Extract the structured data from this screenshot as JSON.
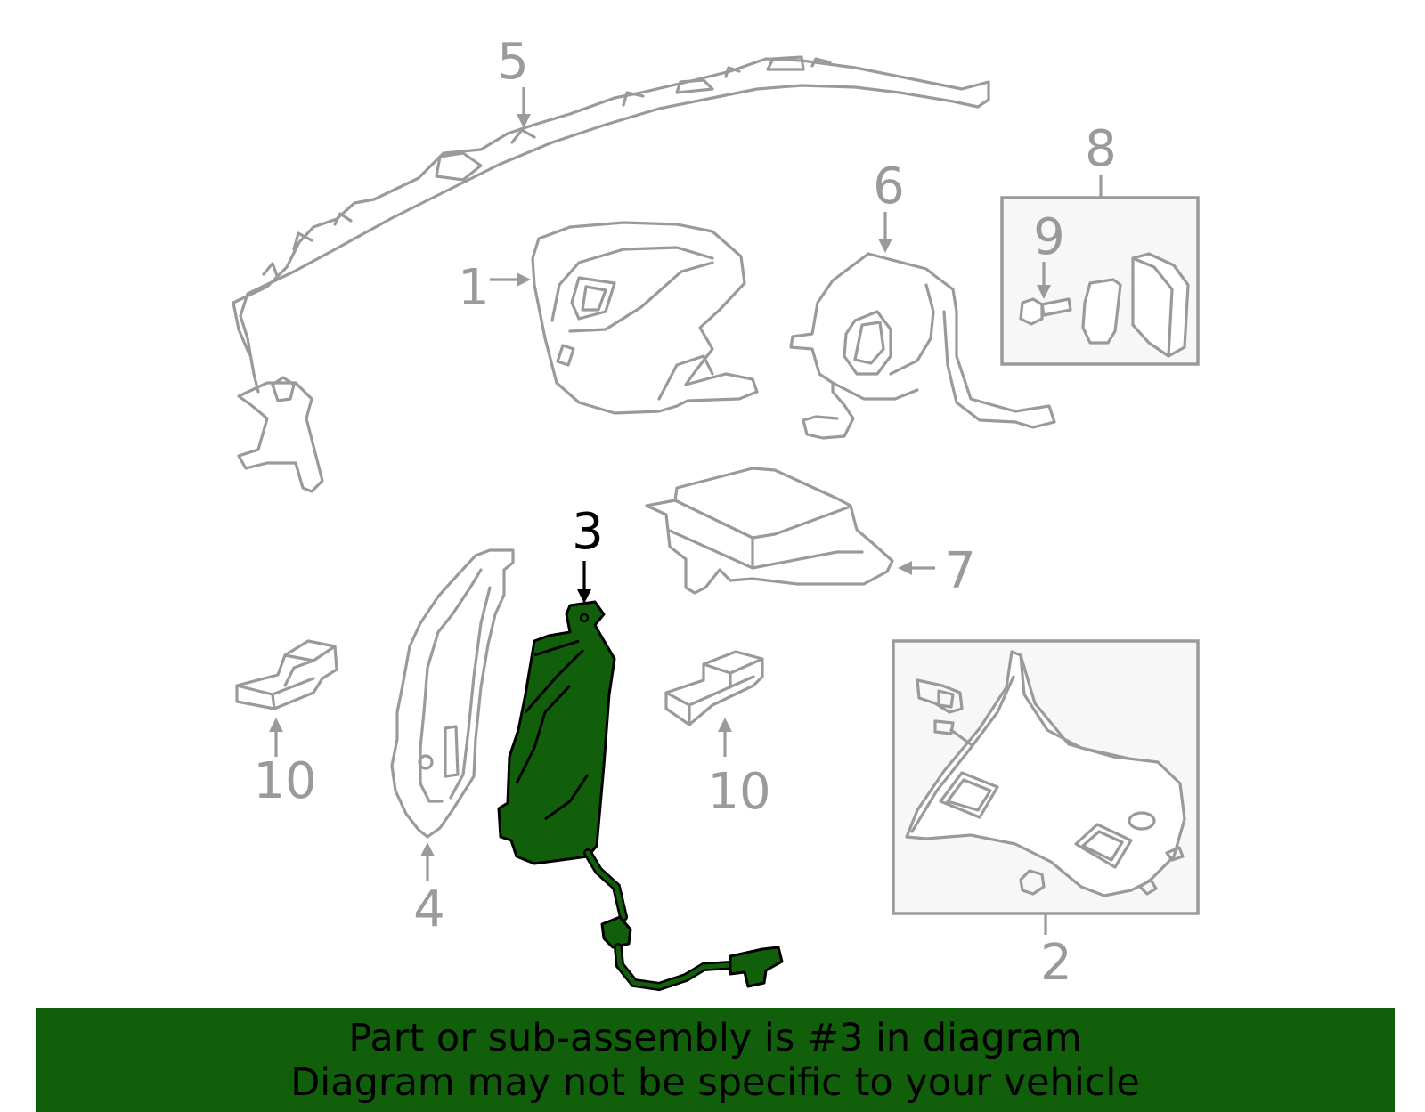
{
  "callouts": {
    "c1": "1",
    "c2": "2",
    "c3": "3",
    "c4": "4",
    "c5": "5",
    "c6": "6",
    "c7": "7",
    "c8": "8",
    "c9": "9",
    "c10a": "10",
    "c10b": "10"
  },
  "highlight": {
    "part_number": "3",
    "color": "#115f0b",
    "stroke": "#000000"
  },
  "banner": {
    "line1": "Part or sub-assembly is #3 in diagram",
    "line2": "Diagram may not be specific to your vehicle",
    "background": "#115f0b"
  },
  "colors": {
    "line": "#9a9a9a",
    "box_fill": "#f7f7f7"
  }
}
